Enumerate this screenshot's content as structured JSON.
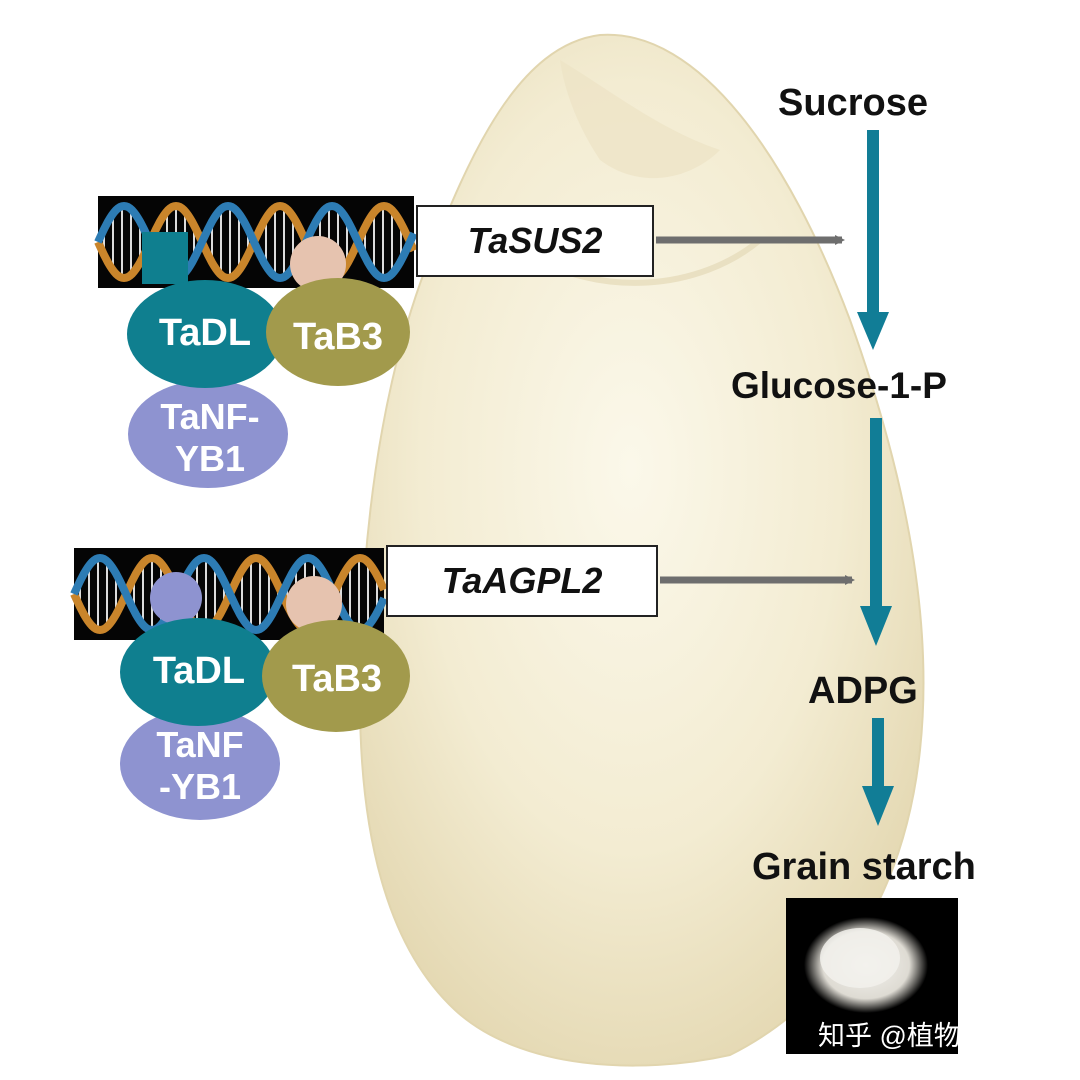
{
  "metabolites": {
    "sucrose": "Sucrose",
    "glucose": "Glucose-1-P",
    "adpg": "ADPG",
    "starch": "Grain starch"
  },
  "genes": {
    "sus2": "TaSUS2",
    "agpl2": "TaAGPL2"
  },
  "complex_top": {
    "tadl": "TaDL",
    "tab3": "TaB3",
    "tanf_line1": "TaNF-",
    "tanf_line2": "YB1"
  },
  "complex_bottom": {
    "tadl": "TaDL",
    "tab3": "TaB3",
    "tanf_line1": "TaNF",
    "tanf_line2": "-YB1"
  },
  "watermark": "知乎 @植物科学",
  "colors": {
    "teal": "#0f7f8f",
    "olive": "#a29a4c",
    "lavender": "#8e93d0",
    "peach": "#e6c3af",
    "arrow_gray": "#6e6e6e",
    "pathway_arrow": "#117d96"
  }
}
